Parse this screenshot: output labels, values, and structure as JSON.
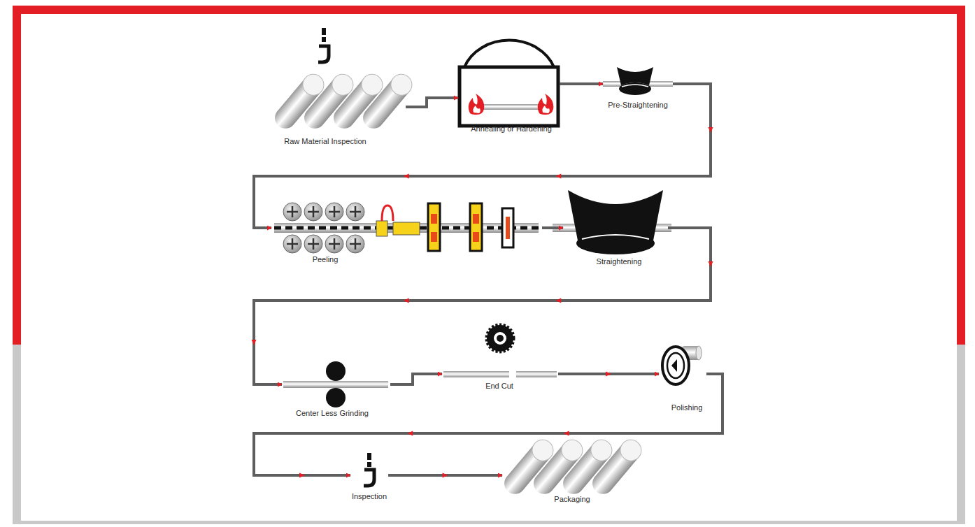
{
  "diagram": {
    "nodes": [
      {
        "text": [
          "Raw Material Inspection"
        ]
      },
      {
        "text": [
          "Annealing or Hardening"
        ]
      },
      {
        "text": [
          "Pre-Straightening"
        ]
      },
      {
        "text": [
          "Peeling"
        ]
      },
      {
        "text": [
          "Straightening"
        ]
      },
      {
        "text": [
          "Center Less Grinding"
        ]
      },
      {
        "text": [
          "End Cut"
        ]
      },
      {
        "text": [
          "Polishing"
        ]
      },
      {
        "text": [
          "Inspection"
        ]
      },
      {
        "text": [
          "Packaging"
        ]
      }
    ],
    "edges": [
      {
        "from": 0,
        "to": 1,
        "arrow": "to"
      },
      {
        "from": 1,
        "to": 2,
        "arrow": "to"
      },
      {
        "from": 2,
        "to": 3,
        "arrow": "to"
      },
      {
        "from": 3,
        "to": 4,
        "arrow": "to"
      },
      {
        "from": 4,
        "to": 5,
        "arrow": "to"
      },
      {
        "from": 5,
        "to": 6,
        "arrow": "to"
      },
      {
        "from": 6,
        "to": 7,
        "arrow": "to"
      },
      {
        "from": 7,
        "to": 8,
        "arrow": "to"
      },
      {
        "from": 8,
        "to": 9,
        "arrow": "to"
      }
    ]
  }
}
